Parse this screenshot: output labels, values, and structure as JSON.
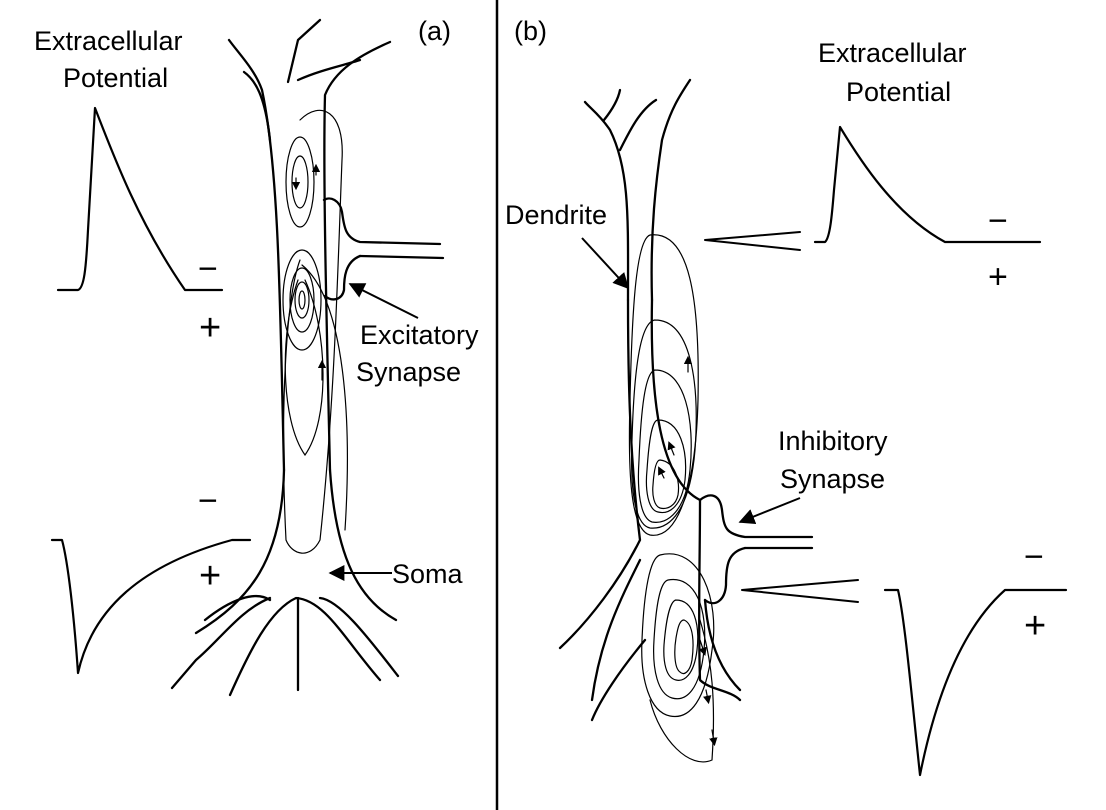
{
  "panel_a": {
    "tag": "(a)",
    "potential_label_line1": "Extracellular",
    "potential_label_line2": "Potential",
    "top_minus": "−",
    "top_plus": "+",
    "bottom_minus": "−",
    "bottom_plus": "+",
    "synapse_label_line1": "Excitatory",
    "synapse_label_line2": "Synapse",
    "soma_label": "Soma"
  },
  "panel_b": {
    "tag": "(b)",
    "potential_label_line1": "Extracellular",
    "potential_label_line2": "Potential",
    "top_minus": "−",
    "top_plus": "+",
    "bottom_minus": "−",
    "bottom_plus": "+",
    "dendrite_label": "Dendrite",
    "synapse_label_line1": "Inhibitory",
    "synapse_label_line2": "Synapse"
  },
  "colors": {
    "ink": "#000000",
    "background": "#ffffff"
  }
}
